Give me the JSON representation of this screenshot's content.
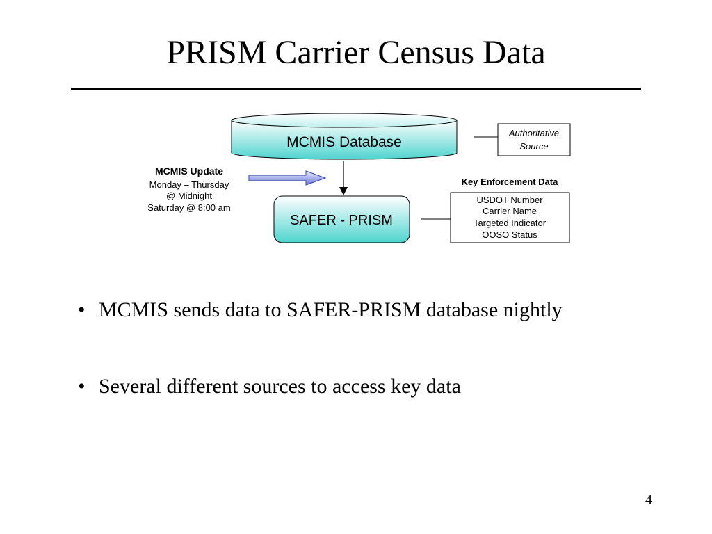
{
  "title": "PRISM Carrier Census Data",
  "diagram": {
    "database": {
      "label": "MCMIS Database"
    },
    "authoritative": {
      "line1": "Authoritative",
      "line2": "Source"
    },
    "update": {
      "heading": "MCMIS Update",
      "line1": "Monday – Thursday",
      "line2": "@ Midnight",
      "line3": "Saturday @ 8:00 am"
    },
    "safer": {
      "label": "SAFER - PRISM"
    },
    "key_data": {
      "heading": "Key Enforcement Data",
      "items": [
        "USDOT Number",
        "Carrier Name",
        "Targeted Indicator",
        "OOSO Status"
      ]
    },
    "colors": {
      "cylinder_light": "#ffffff",
      "cylinder_dark": "#4fd4cf",
      "arrow_light": "#cfd6ff",
      "arrow_dark": "#5566cc"
    }
  },
  "bullets": [
    "MCMIS sends data to SAFER-PRISM database nightly",
    "Several different sources to access key data"
  ],
  "page_number": "4"
}
